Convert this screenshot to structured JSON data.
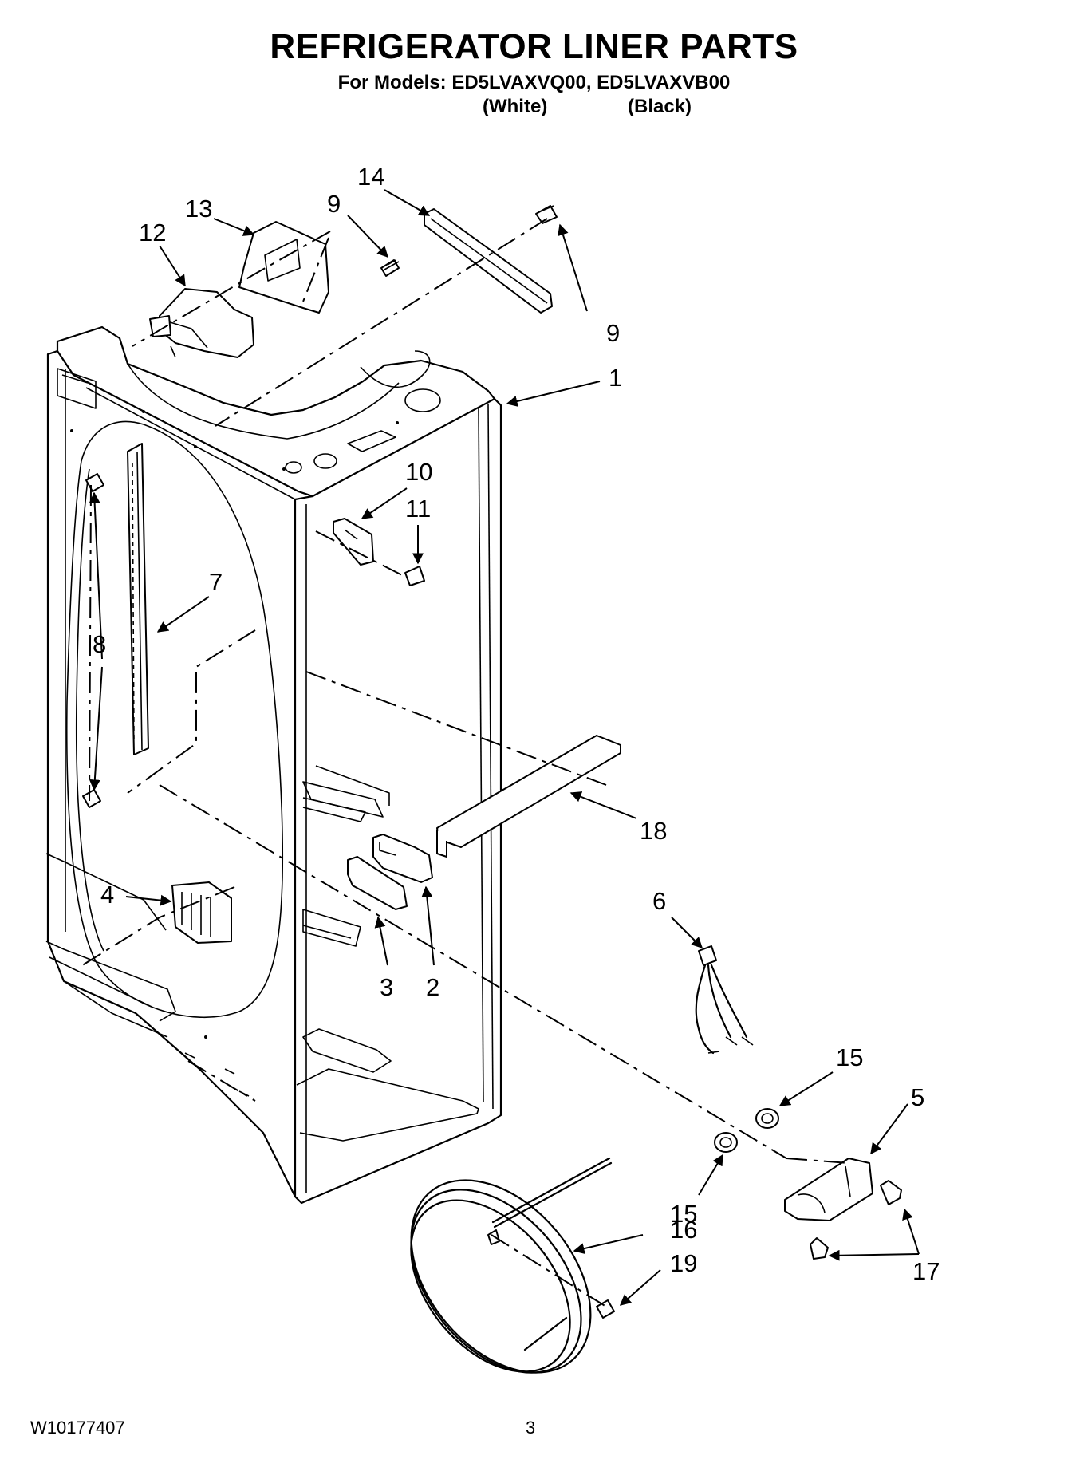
{
  "header": {
    "title": "REFRIGERATOR LINER PARTS",
    "models_line": "For Models: ED5LVAXVQ00, ED5LVAXVB00",
    "variant_white": "(White)",
    "variant_black": "(Black)"
  },
  "callouts": [
    "1",
    "2",
    "3",
    "4",
    "5",
    "6",
    "7",
    "8",
    "9",
    "9",
    "10",
    "11",
    "12",
    "13",
    "14",
    "15",
    "15",
    "16",
    "17",
    "18",
    "19"
  ],
  "footer": {
    "document_code": "W10177407",
    "page_number": "3"
  }
}
